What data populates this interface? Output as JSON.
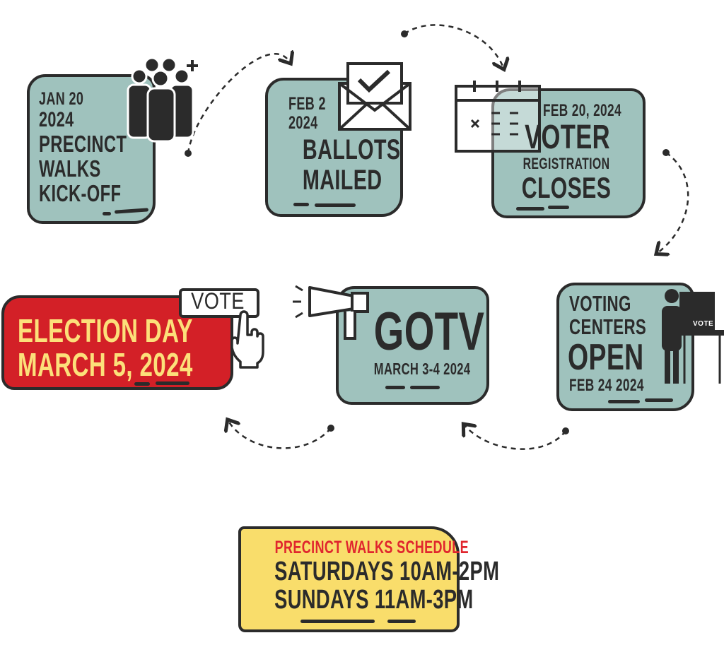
{
  "colors": {
    "teal": "#9fc2bd",
    "ink": "#2b2b2b",
    "red": "#d32027",
    "yellow_box": "#f9dd6b",
    "yellow_text": "#fce07a"
  },
  "steps": [
    {
      "date_line1": "JAN 20",
      "date_line2": "2024",
      "title_line1": "PRECINCT",
      "title_line2": "WALKS",
      "title_line3": "KICK-OFF",
      "icon": "group-add-icon"
    },
    {
      "date_line1": "FEB 2",
      "date_line2": "2024",
      "title_line1": "BALLOTS",
      "title_line2": "MAILED",
      "icon": "envelope-check-icon"
    },
    {
      "date": "FEB 20, 2024",
      "title_line1": "VOTER",
      "title_line2": "REGISTRATION",
      "title_line3": "CLOSES",
      "icon": "calendar-icon"
    },
    {
      "title_line1": "VOTING",
      "title_line2": "CENTERS",
      "title_line3": "OPEN",
      "date": "FEB 24 2024",
      "icon": "voting-booth-icon",
      "booth_label": "VOTE"
    },
    {
      "title": "GOTV",
      "date": "MARCH 3-4 2024",
      "icon": "megaphone-icon"
    },
    {
      "title_line1": "ELECTION DAY",
      "title_line2": "MARCH 5, 2024",
      "icon": "vote-button-hand-icon",
      "button_label": "VOTE"
    }
  ],
  "schedule": {
    "heading": "PRECINCT WALKS SCHEDULE",
    "line1": "SATURDAYS 10AM-2PM",
    "line2": "SUNDAYS 11AM-3PM"
  }
}
